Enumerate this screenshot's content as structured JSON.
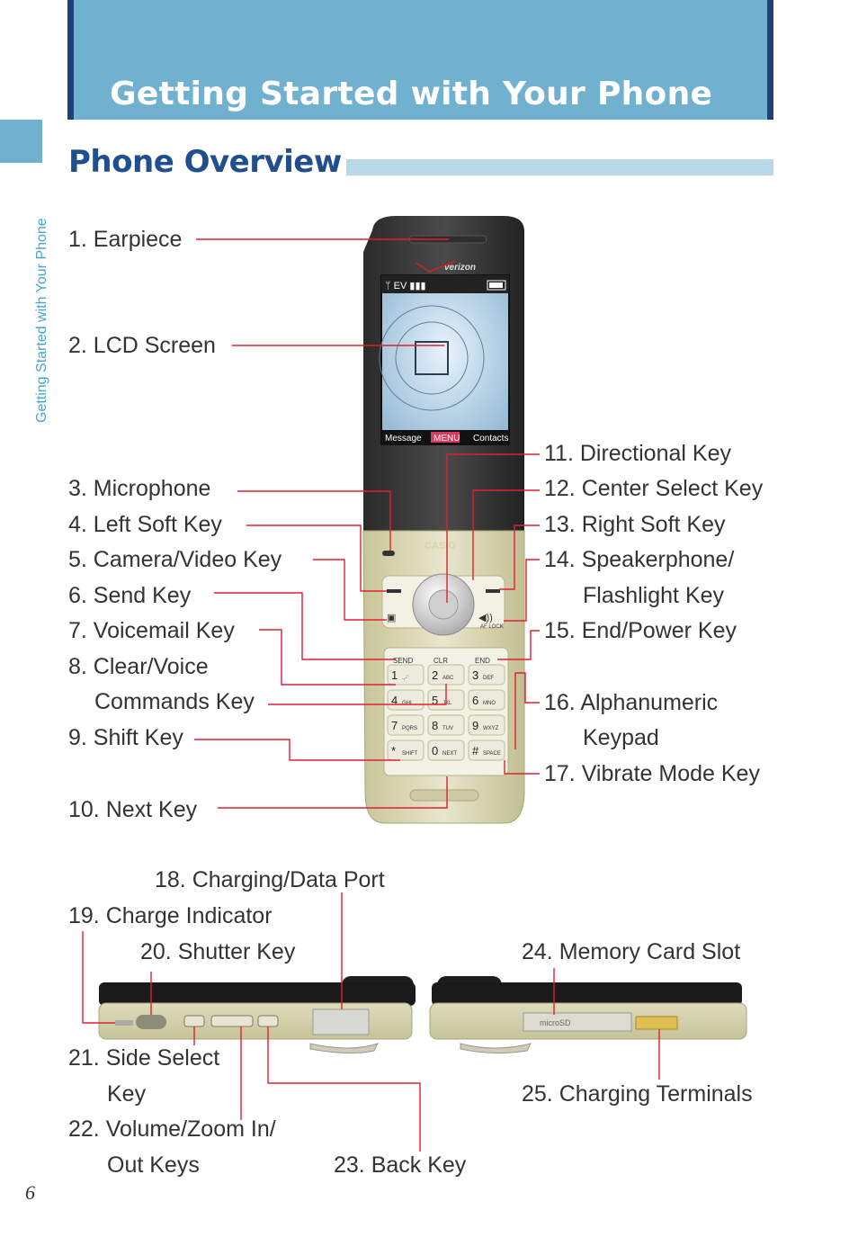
{
  "header": {
    "chapter_title": "Getting Started with Your Phone",
    "side_label": "Getting Started with Your Phone"
  },
  "section_title": "Phone Overview",
  "page_number": "6",
  "phone_screen": {
    "brand": "verizon",
    "left_softkey": "Message",
    "center_softkey": "MENU",
    "right_softkey": "Contacts"
  },
  "phone_brand": "CASIO",
  "slot_label": "microSD",
  "keypad": {
    "send": "SEND",
    "clr": "CLR",
    "end": "END",
    "af_lock": "AF LOCK",
    "keys": [
      {
        "num": "1",
        "sub": ".,-'"
      },
      {
        "num": "2",
        "sub": "ABC"
      },
      {
        "num": "3",
        "sub": "DEF"
      },
      {
        "num": "4",
        "sub": "GHI"
      },
      {
        "num": "5",
        "sub": "JKL"
      },
      {
        "num": "6",
        "sub": "MNO"
      },
      {
        "num": "7",
        "sub": "PQRS"
      },
      {
        "num": "8",
        "sub": "TUV"
      },
      {
        "num": "9",
        "sub": "WXYZ"
      },
      {
        "num": "*",
        "sub": "SHIFT"
      },
      {
        "num": "0",
        "sub": "NEXT"
      },
      {
        "num": "#",
        "sub": "SPACE"
      }
    ]
  },
  "labels": {
    "l1": "1. Earpiece",
    "l2": "2. LCD Screen",
    "l3": "3. Microphone",
    "l4": "4. Left Soft Key",
    "l5": "5. Camera/Video Key",
    "l6": "6. Send Key",
    "l7": "7. Voicemail Key",
    "l8a": "8. Clear/Voice",
    "l8b": "Commands Key",
    "l9": "9. Shift Key",
    "l10": "10. Next Key",
    "l11": "11. Directional Key",
    "l12": "12. Center Select Key",
    "l13": "13. Right Soft Key",
    "l14a": "14. Speakerphone/",
    "l14b": "Flashlight Key",
    "l15": "15. End/Power Key",
    "l16a": "16. Alphanumeric",
    "l16b": "Keypad",
    "l17": "17. Vibrate Mode Key",
    "l18": "18. Charging/Data Port",
    "l19": "19. Charge Indicator",
    "l20": "20. Shutter Key",
    "l21a": "21. Side Select",
    "l21b": "Key",
    "l22a": "22. Volume/Zoom In/",
    "l22b": "Out Keys",
    "l23": "23. Back Key",
    "l24": "24. Memory Card Slot",
    "l25": "25. Charging Terminals"
  },
  "colors": {
    "banner": "#6fb1cf",
    "banner_edge": "#1f3f78",
    "title_blue": "#1f4f8e",
    "leader_red": "#e02030"
  }
}
